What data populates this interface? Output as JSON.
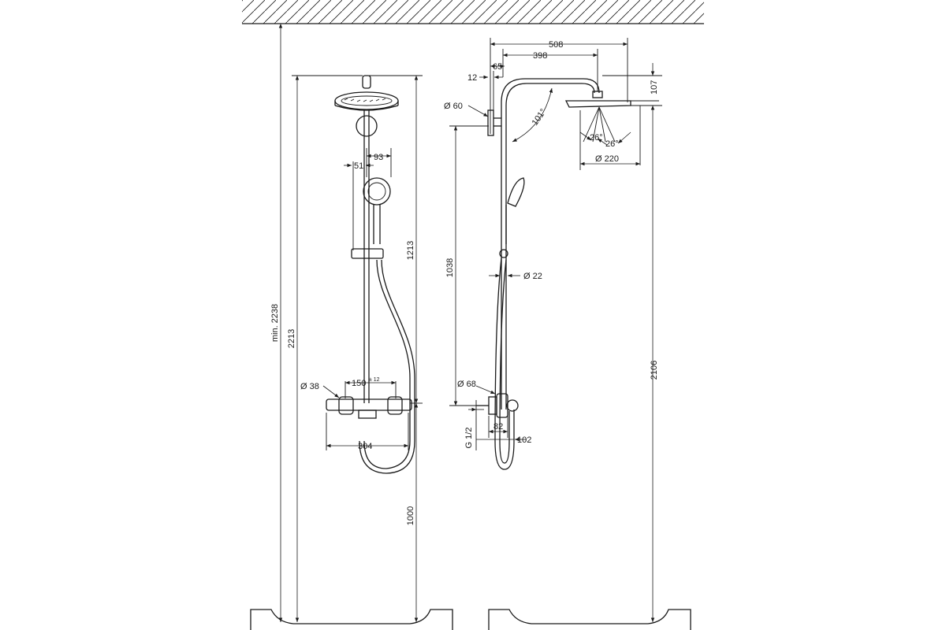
{
  "diagram": {
    "labels": {
      "min_2238": "min. 2238",
      "d2213": "2213",
      "d1213": "1213",
      "d1000": "1000",
      "d93": "93",
      "d51": "51",
      "d_dia38": "Ø 38",
      "d150": "150",
      "d150_tol": "± 12",
      "d304": "304",
      "d508": "508",
      "d398": "398",
      "d65": "65",
      "d12": "12",
      "d_dia60": "Ø 60",
      "d101deg": "101°",
      "d107": "107",
      "d26a": "26°",
      "d26b": "26°",
      "d_dia220": "Ø 220",
      "d1038": "1038",
      "d_dia22": "Ø 22",
      "d_dia68": "Ø 68",
      "dG12": "G 1/2",
      "d82": "82",
      "d102": "102",
      "d2106": "2106"
    }
  }
}
